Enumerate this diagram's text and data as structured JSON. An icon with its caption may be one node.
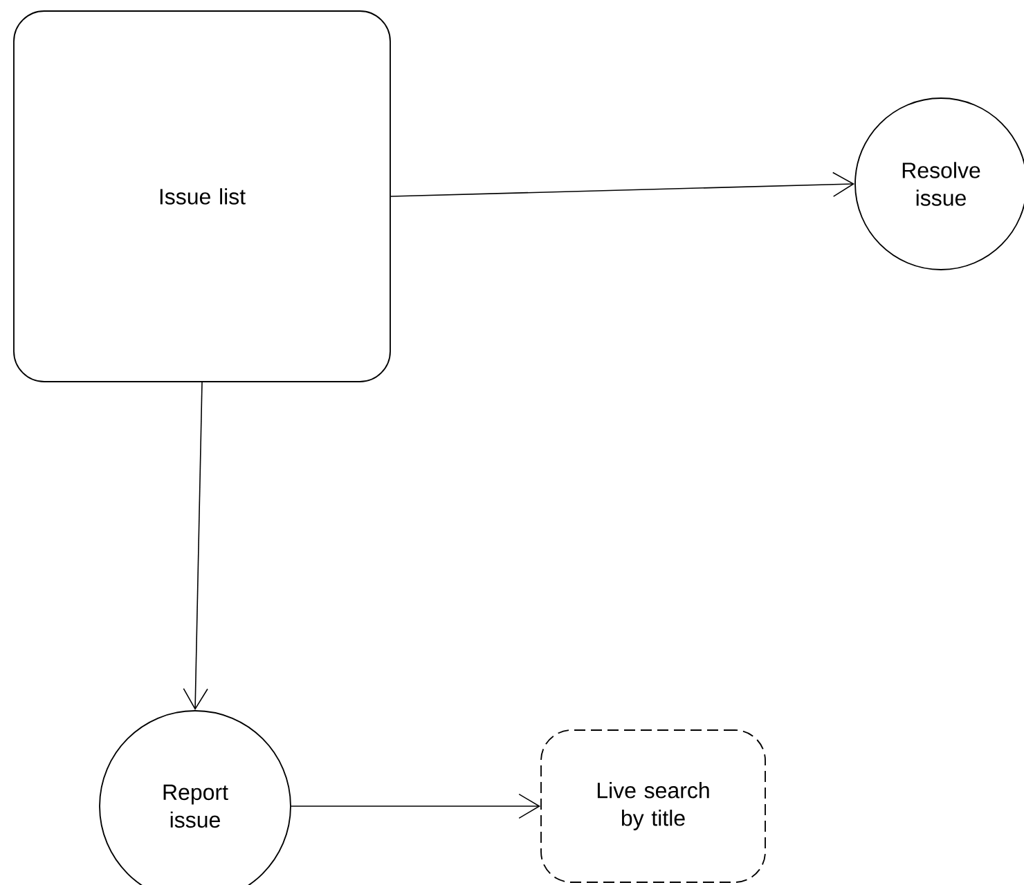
{
  "diagram": {
    "nodes": [
      {
        "text": [
          "Issue list"
        ]
      },
      {
        "text": [
          "Resolve issue"
        ]
      },
      {
        "text": [
          "Report issue"
        ]
      },
      {
        "text": [
          "Live search by title"
        ]
      }
    ],
    "edges": [
      {
        "from": 0,
        "to": 1,
        "arrow": "to"
      },
      {
        "from": 0,
        "to": 2,
        "arrow": "to"
      },
      {
        "from": 2,
        "to": 3,
        "arrow": "to"
      }
    ]
  }
}
